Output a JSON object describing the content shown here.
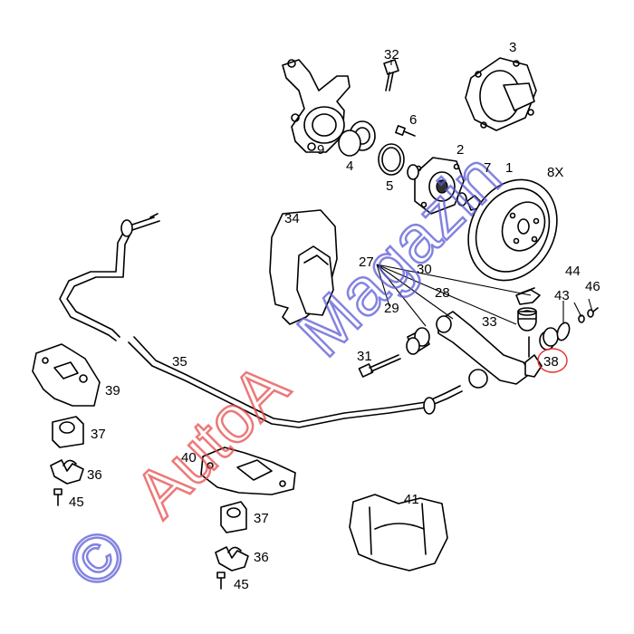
{
  "labels": {
    "p1": "1",
    "p2": "2",
    "p3": "3",
    "p4": "4",
    "p5": "5",
    "p6": "6",
    "p7": "7",
    "p8": "8X",
    "p9": "9",
    "p27": "27",
    "p28": "28",
    "p29": "29",
    "p30": "30",
    "p31": "31",
    "p32": "32",
    "p33": "33",
    "p34": "34",
    "p35": "35",
    "p36a": "36",
    "p36b": "36",
    "p37a": "37",
    "p37b": "37",
    "p38": "38",
    "p39": "39",
    "p40": "40",
    "p41": "41",
    "p43": "43",
    "p44": "44",
    "p45a": "45",
    "p45b": "45",
    "p46": "46"
  },
  "watermark": {
    "copyright": "©",
    "brand_red": "AutoA",
    "brand_blue": "Magazin"
  },
  "colors": {
    "watermark_red": "#e84b4b",
    "watermark_blue": "#5a5ad6",
    "highlight_circle": "#e03030"
  }
}
